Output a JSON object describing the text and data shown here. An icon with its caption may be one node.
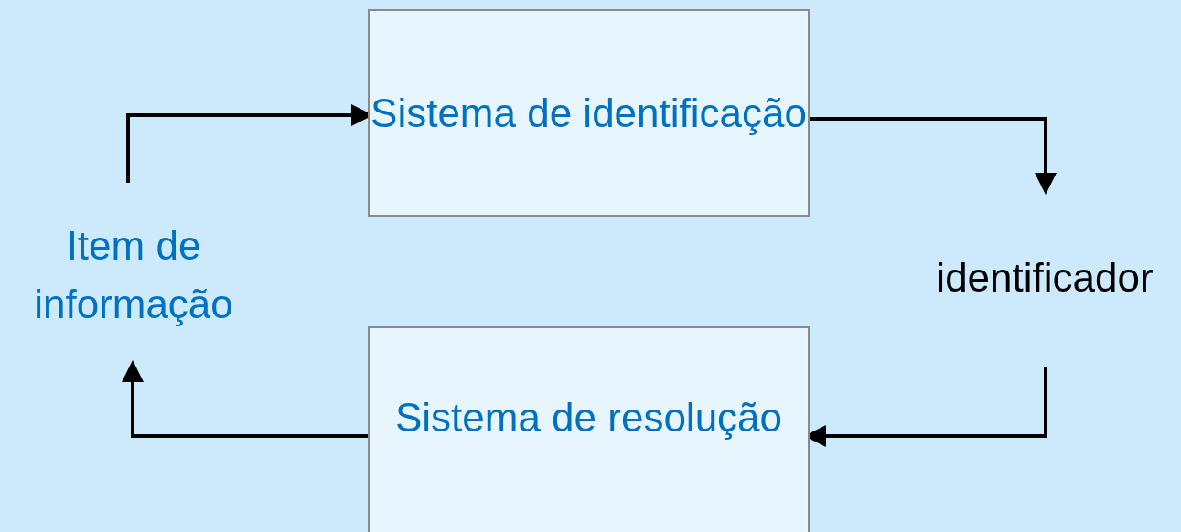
{
  "diagram": {
    "nodes": [
      {
        "text": [
          "Sistema de identificação"
        ]
      },
      {
        "text": [
          "identificador"
        ]
      },
      {
        "text": [
          "Sistema de resolução"
        ]
      },
      {
        "text": [
          "Item de informação"
        ]
      }
    ],
    "edges": [
      {
        "from": 3,
        "to": 0,
        "arrow": "to"
      },
      {
        "from": 0,
        "to": 1,
        "arrow": "to"
      },
      {
        "from": 1,
        "to": 2,
        "arrow": "to"
      },
      {
        "from": 2,
        "to": 3,
        "arrow": "to"
      }
    ]
  }
}
